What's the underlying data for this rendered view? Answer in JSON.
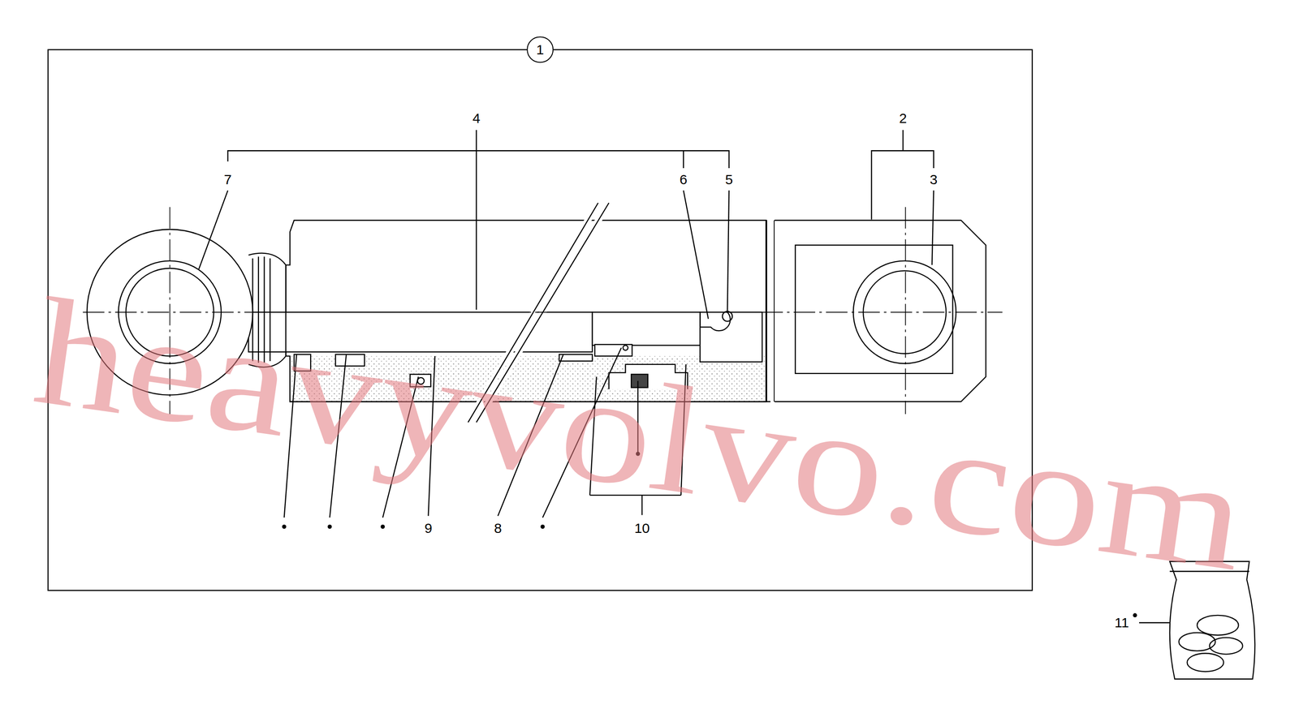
{
  "diagram": {
    "nodes": [
      {
        "text": [
          "1"
        ]
      }
    ],
    "labels": [
      "4",
      "2",
      "7",
      "6",
      "5",
      "3",
      "9",
      "8",
      "10",
      "11",
      "heavyvolvo.com"
    ]
  }
}
